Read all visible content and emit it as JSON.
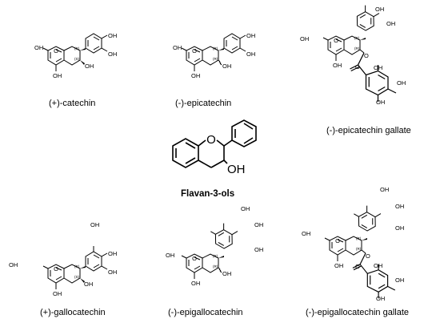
{
  "compounds": [
    {
      "name": "(+)-catechin"
    },
    {
      "name": "(-)-epicatechin"
    },
    {
      "name": "(-)-epicatechin gallate"
    },
    {
      "name": "(+)-gallocatechin"
    },
    {
      "name": "(-)-epigallocatechin"
    },
    {
      "name": "(-)-epigallocatechin gallate"
    }
  ],
  "center": {
    "name": "Flavan-3-ols"
  },
  "atoms": {
    "oh": "OH",
    "o": "O",
    "r": "(R)",
    "s": "(S)"
  }
}
